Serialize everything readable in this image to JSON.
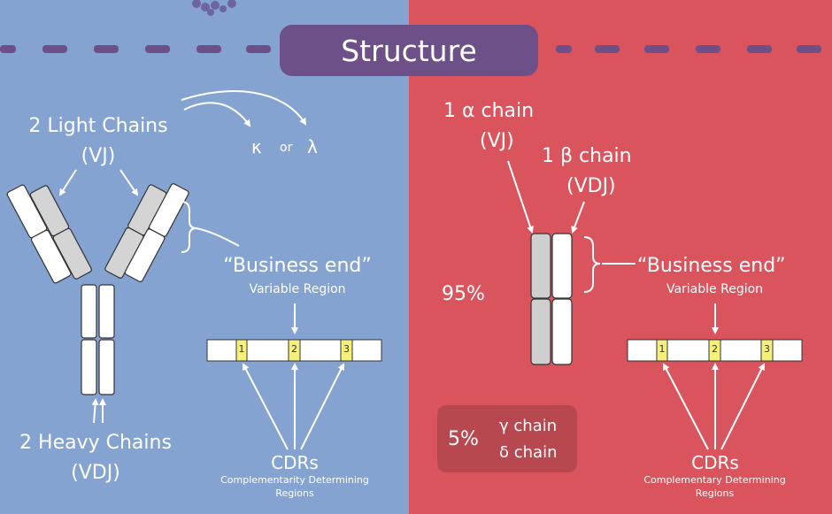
{
  "title": "Structure",
  "left": {
    "light_chains": "2 Light Chains",
    "light_segments": "(VJ)",
    "kappa": "κ",
    "or_word": "or",
    "lambda": "λ",
    "business_end": "“Business end”",
    "variable_region": "Variable Region",
    "heavy_chains": "2 Heavy Chains",
    "heavy_segments": "(VDJ)",
    "cdr_numbers": [
      "1",
      "2",
      "3"
    ],
    "cdrs": "CDRs",
    "cdrs_full_1": "Complementarity Determining",
    "cdrs_full_2": "Regions"
  },
  "right": {
    "alpha_chain": "1 α chain",
    "alpha_segments": "(VJ)",
    "beta_chain": "1 β chain",
    "beta_segments": "(VDJ)",
    "business_end": "“Business end”",
    "variable_region": "Variable Region",
    "percent_ab": "95%",
    "percent_gd": "5%",
    "gamma_chain": "γ chain",
    "delta_chain": "δ chain",
    "cdr_numbers": [
      "1",
      "2",
      "3"
    ],
    "cdrs": "CDRs",
    "cdrs_full_1": "Complementary Determining",
    "cdrs_full_2": "Regions"
  },
  "colors": {
    "left_bg": "#84a3d0",
    "right_bg": "#d9545c",
    "title_pill": "#6e5088",
    "cdr_highlight": "#f5f07a",
    "constant_grey": "#cfcfcf"
  }
}
